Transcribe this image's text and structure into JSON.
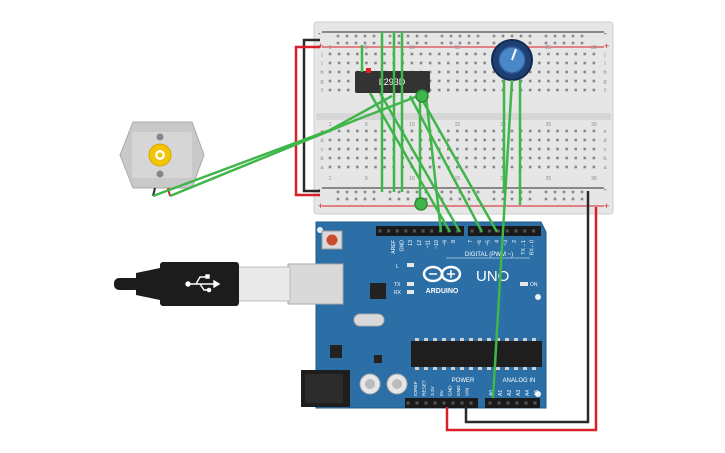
{
  "breadboard": {
    "columns": [
      "1",
      "2",
      "3",
      "4",
      "5",
      "6",
      "7",
      "8",
      "9",
      "10",
      "11",
      "12",
      "13",
      "14",
      "15",
      "16",
      "17",
      "18",
      "19",
      "20",
      "21",
      "22",
      "23",
      "24",
      "25",
      "26",
      "27",
      "28",
      "29",
      "30"
    ],
    "column_labels_shown": [
      "1",
      "5",
      "10",
      "15",
      "20",
      "25",
      "30"
    ],
    "rows_top": [
      "j",
      "i",
      "h",
      "g",
      "f"
    ],
    "rows_bottom": [
      "e",
      "d",
      "c",
      "b",
      "a"
    ],
    "rail_plus": "+",
    "rail_minus": "-"
  },
  "chip": {
    "label": "L293D"
  },
  "arduino": {
    "brand": "ARDUINO",
    "model": "UNO",
    "digital_header": "DIGITAL (PWM ~)",
    "digital_pins": [
      "AREF",
      "GND",
      "13",
      "12",
      "~11",
      "~10",
      "~9",
      "8",
      "7",
      "~6",
      "~5",
      "4",
      "~3",
      "2",
      "TX→1",
      "RX←0"
    ],
    "power_header": "POWER",
    "power_pins": [
      "IOREF",
      "RESET",
      "3.3V",
      "5V",
      "GND",
      "GND",
      "VIN"
    ],
    "analog_header": "ANALOG IN",
    "analog_pins": [
      "A0",
      "A1",
      "A2",
      "A3",
      "A4",
      "A5"
    ],
    "led_l": "L",
    "led_tx": "TX",
    "led_rx": "RX",
    "led_on": "ON"
  },
  "motor": {
    "icon": "dc-motor-icon"
  },
  "potentiometer": {
    "icon": "potentiometer-knob-icon"
  },
  "usb": {
    "icon": "usb-b-cable-icon"
  },
  "colors": {
    "breadboard": "#e9e9e9",
    "board": "#2b6fa6",
    "wire_green": "#3fb54a",
    "wire_red": "#d9202a",
    "wire_black": "#2a2a2a",
    "chip": "#333333"
  }
}
